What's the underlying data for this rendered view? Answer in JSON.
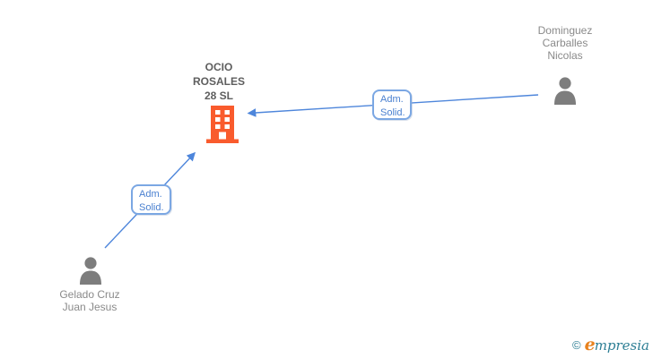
{
  "diagram": {
    "company": {
      "title_lines": [
        "OCIO",
        "ROSALES",
        "28 SL"
      ],
      "icon": "building-icon"
    },
    "shareholders": [
      {
        "name_lines": [
          "Dominguez",
          "Carballes",
          "Nicolas"
        ],
        "icon": "person-icon"
      },
      {
        "name_lines": [
          "Gelado Cruz",
          "Juan Jesus"
        ],
        "icon": "person-icon"
      }
    ],
    "relations": [
      {
        "label_line1": "Adm.",
        "label_line2": "Solid.",
        "from": "Dominguez Carballes Nicolas",
        "to": "OCIO ROSALES 28 SL"
      },
      {
        "label_line1": "Adm.",
        "label_line2": "Solid.",
        "from": "Gelado Cruz Juan Jesus",
        "to": "OCIO ROSALES 28 SL"
      }
    ]
  },
  "watermark": {
    "symbol": "©",
    "brand_initial": "e",
    "brand_rest": "mpresia"
  },
  "colors": {
    "company_icon": "#F95B2D",
    "edge_blue": "#4E86DB",
    "label_border": "#7BA7E3",
    "label_text": "#4A80D0",
    "title_text": "#5E5E5E",
    "person_text": "#8A8A8A",
    "person_icon": "#7D7D7D",
    "watermark_teal": "#2E7F95",
    "watermark_orange": "#E8821E"
  }
}
